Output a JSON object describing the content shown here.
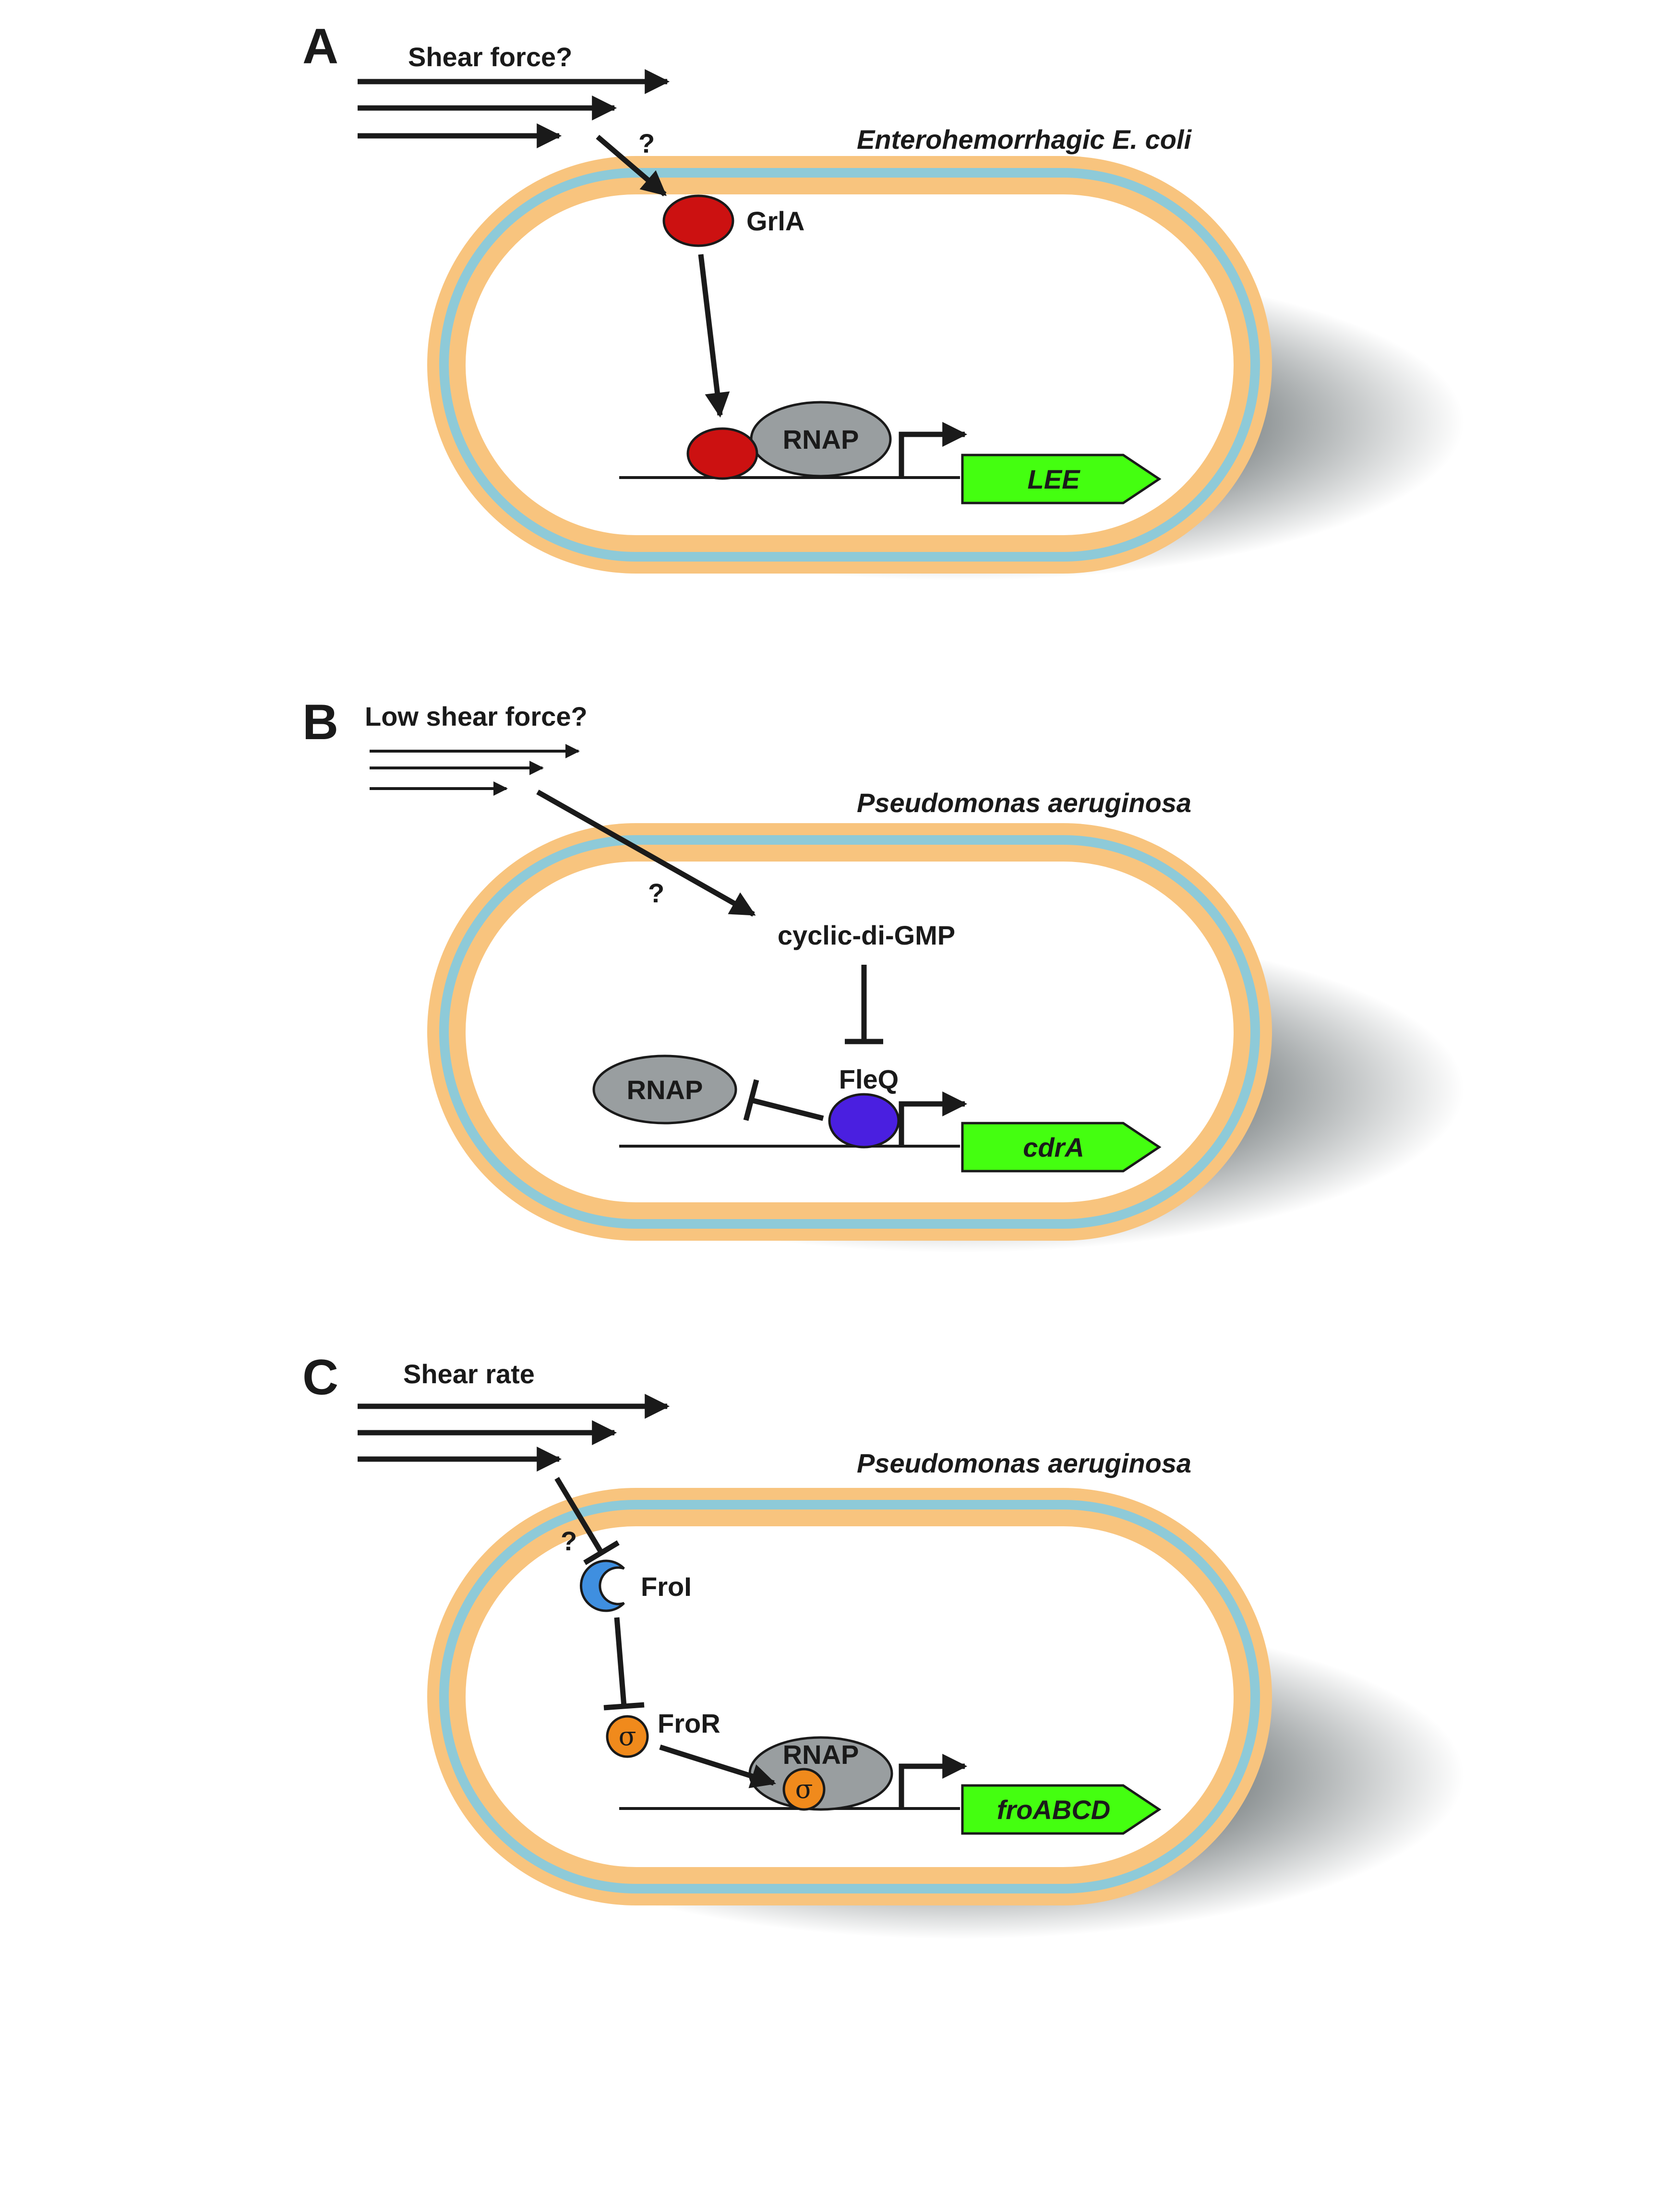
{
  "panels": [
    {
      "letter": "A",
      "stimulus": "Shear force?",
      "question": "?",
      "organism": "Enterohemorrhagic E. coli",
      "regulator": "GrlA",
      "polymerase": "RNAP",
      "gene": "LEE"
    },
    {
      "letter": "B",
      "stimulus": "Low shear force?",
      "question": "?",
      "organism": "Pseudomonas aeruginosa",
      "second_messenger": "cyclic-di-GMP",
      "regulator": "FleQ",
      "polymerase": "RNAP",
      "gene": "cdrA"
    },
    {
      "letter": "C",
      "stimulus": "Shear rate",
      "question": "?",
      "organism": "Pseudomonas aeruginosa",
      "anti_sigma": "FroI",
      "sigma_factor": "FroR",
      "sigma_symbol": "σ",
      "polymerase": "RNAP",
      "gene": "froABCD"
    }
  ],
  "colors": {
    "outer_membrane": "#f8c47e",
    "periplasm": "#8ecad8",
    "grla": "#cc1111",
    "rnap": "#999ea0",
    "fleq": "#4a1fe0",
    "froi": "#3f8fe0",
    "fror": "#f08a1c",
    "gene_box": "#44ff10",
    "shadow": "#5e6668"
  },
  "icons": {
    "flow": "parallel-arrows",
    "activation": "arrow",
    "repression": "t-bar"
  }
}
